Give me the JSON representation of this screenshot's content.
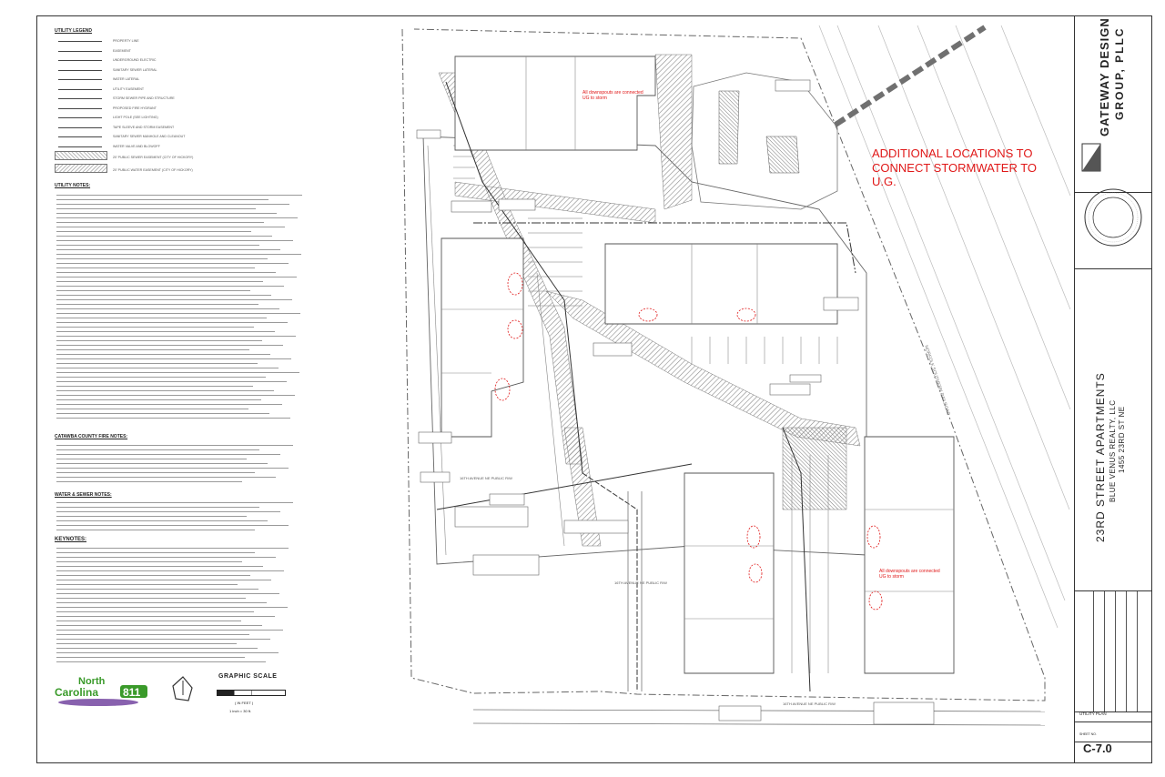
{
  "legend": {
    "title": "UTILITY LEGEND",
    "items": [
      "PROPERTY LINE",
      "EASEMENT",
      "UNDERGROUND ELECTRIC",
      "SANITARY SEWER LATERAL",
      "WATER LATERAL",
      "UTILITY EASEMENT",
      "STORM SEWER PIPE AND STRUCTURE",
      "PROPOSED FIRE HYDRANT",
      "LIGHT POLE (SEE LIGHTING)",
      "TAPE SLEEVE AND STORM EASEMENT",
      "SANITARY SEWER MANHOLE AND CLEANOUT",
      "WATER VALVE AND BLOWOFF"
    ],
    "easements": [
      "20' PUBLIC SEWER EASEMENT (CITY OF HICKORY)",
      "20' PUBLIC WATER EASEMENT (CITY OF HICKORY)"
    ]
  },
  "utility_notes_title": "UTILITY NOTES:",
  "fire_notes_title": "CATAWBA COUNTY FIRE NOTES:",
  "water_notes_title": "WATER & SEWER NOTES:",
  "keynotes_title": "KEYNOTES:",
  "annotations": {
    "downspouts_1": "All downspouts are connected UG to storm",
    "downspouts_2": "All downspouts are connected UG to storm",
    "additional_locations": "ADDITIONAL LOCATIONS TO CONNECT STORMWATER TO U.G.",
    "street_1": "16TH AVENUE NE PUBLIC R/W",
    "street_2": "16TH AVENUE NE PUBLIC R/W",
    "street_3": "16TH AVENUE NE PUBLIC R/W",
    "railroad": "NORFOLK SOUTHERN RAILROAD"
  },
  "graphic_scale": {
    "title": "GRAPHIC SCALE",
    "unit": "( IN FEET )",
    "ratio": "1 inch = 30 ft."
  },
  "logo": {
    "line1": "North",
    "line2": "Carolina",
    "line3": "811"
  },
  "title_block": {
    "firm_line1": "GATEWAY DESIGN",
    "firm_line2": "GROUP, PLLC",
    "project": "23RD STREET APARTMENTS",
    "client": "BLUE VENUS REALTY, LLC",
    "address": "1455 23RD ST NE",
    "sheet_title": "UTILITY PLAN",
    "sheet_label": "SHEET NO.",
    "sheet_no": "C-7.0"
  },
  "colors": {
    "line": "#555555",
    "hatch": "#9a9a9a",
    "red": "#e01818",
    "logo_green": "#3a9a2a",
    "logo_purple": "#6a3a9a"
  }
}
